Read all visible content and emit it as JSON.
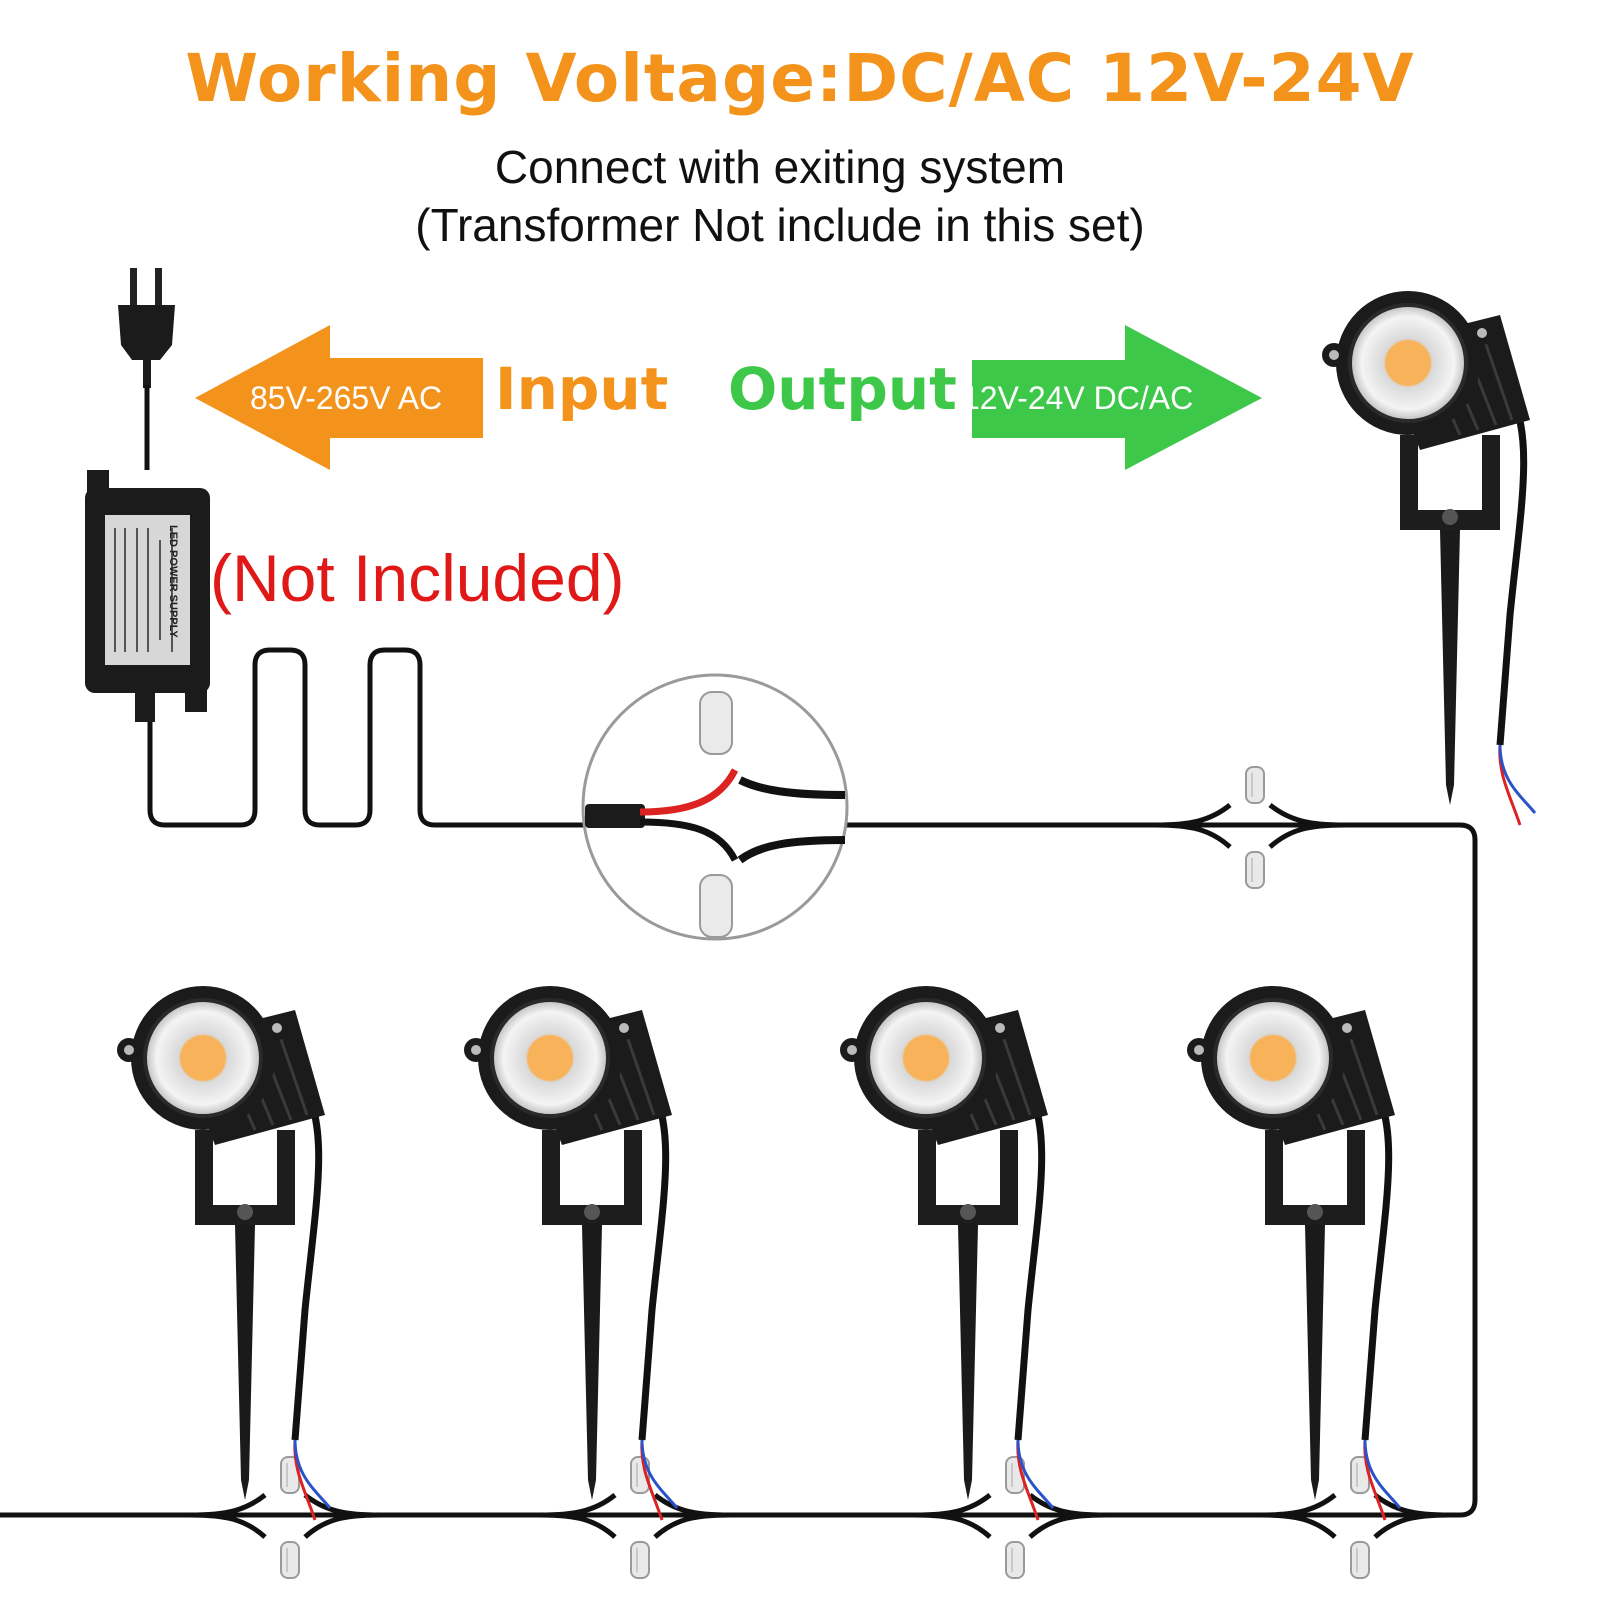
{
  "header": {
    "title": "Working Voltage:DC/AC 12V-24V",
    "subtitle_line1": "Connect with exiting system",
    "subtitle_line2": "(Transformer Not include in this set)"
  },
  "input": {
    "label": "Input",
    "arrow_text": "85V-265V AC",
    "color": "#f3931b"
  },
  "output": {
    "label": "Output",
    "arrow_text": "12V-24V DC/AC",
    "color": "#3ec84a"
  },
  "transformer": {
    "note": "(Not Included)",
    "note_color": "#e01818",
    "device_label": "LED POWER SUPPLY"
  },
  "lights": {
    "count": 5,
    "lens_color": "#f7b25a",
    "body_color": "#1b1b1b"
  }
}
